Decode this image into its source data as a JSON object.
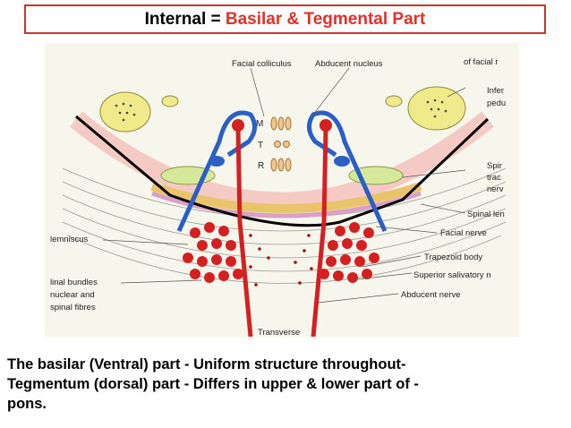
{
  "title": {
    "prefix": "Internal = ",
    "highlight": "Basilar & Tegmental Part"
  },
  "diagram": {
    "labels_top": {
      "facial_colliculus": "Facial colliculus",
      "abducent_nucleus": "Abducent nucleus",
      "of_facial": "of facial r"
    },
    "labels_right": {
      "infer": "Infer",
      "pedu": "pedu",
      "spir": "Spir",
      "trac": "trac",
      "nerv": "nerv",
      "spinal_len": "Spinal len",
      "facial_nerve": "Facial nerve",
      "trapezoid_body": "Trapezoid body",
      "superior_salivatory": "Superior salivatory n",
      "abducent_nerve": "Abducent nerve"
    },
    "labels_left": {
      "lemniscus": "lemniscus",
      "bundles": "linal bundles",
      "nuclear": "nuclear and",
      "spinal_fibres": "spinal fibres"
    },
    "labels_bottom": {
      "transverse": "Transverse"
    },
    "nucleus_letters": {
      "m": "M",
      "t": "T",
      "r": "R"
    }
  },
  "caption": {
    "line1": "The basilar (Ventral) part - Uniform structure throughout-",
    "line2": "Tegmentum (dorsal) part - Differs in upper & lower part of -",
    "line3": "pons."
  },
  "colors": {
    "title_red": "#e0312b",
    "border": "#c0392b",
    "nerve_red": "#d32020",
    "nerve_blue": "#2b5fc4",
    "glow": "#f4a6a6"
  }
}
